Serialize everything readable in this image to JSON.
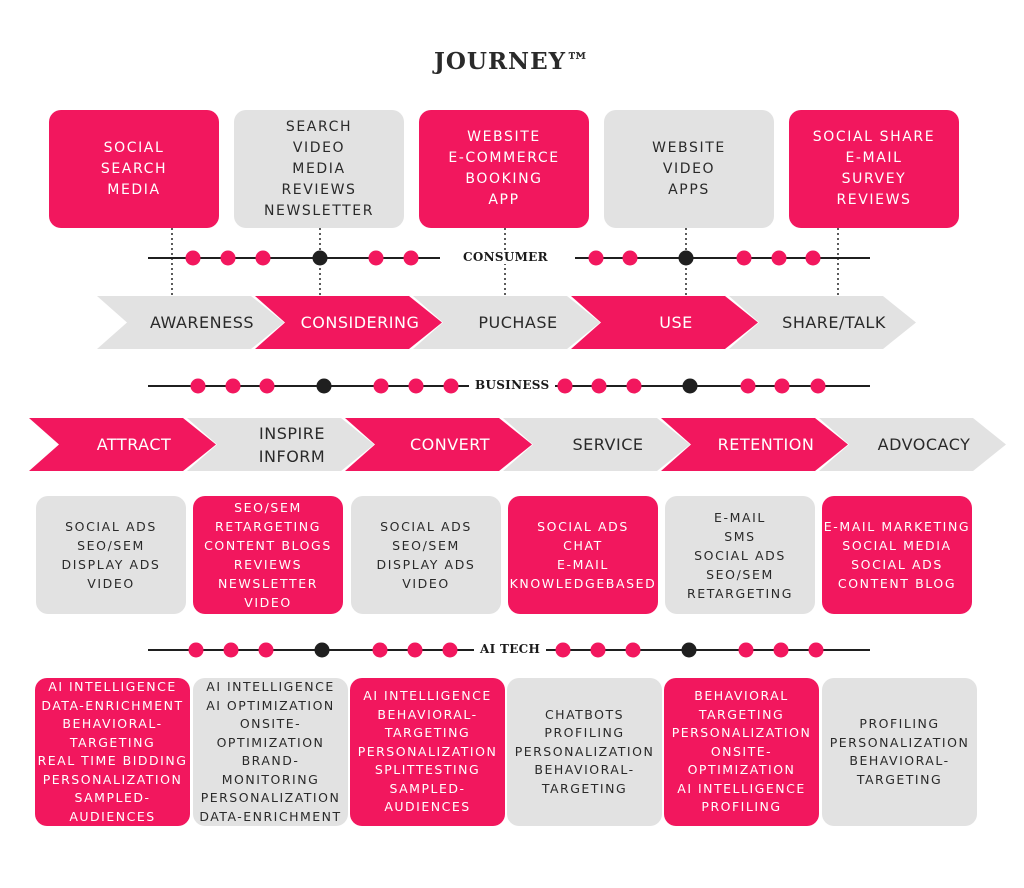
{
  "title": "JOURNEY™",
  "colors": {
    "accent": "#f2175e",
    "neutral": "#e2e2e2",
    "text": "#2a2a2a"
  },
  "channels": [
    {
      "lines": [
        "SOCIAL",
        "SEARCH",
        "MEDIA"
      ],
      "style": "pink"
    },
    {
      "lines": [
        "SEARCH",
        "VIDEO",
        "MEDIA",
        "REVIEWS",
        "NEWSLETTER"
      ],
      "style": "gray"
    },
    {
      "lines": [
        "WEBSITE",
        "E-COMMERCE",
        "BOOKING",
        "APP"
      ],
      "style": "pink"
    },
    {
      "lines": [
        "WEBSITE",
        "VIDEO",
        "APPS"
      ],
      "style": "gray"
    },
    {
      "lines": [
        "SOCIAL SHARE",
        "E-MAIL",
        "SURVEY",
        "REVIEWS"
      ],
      "style": "pink"
    }
  ],
  "consumer_label": "CONSUMER",
  "consumer_stages": [
    {
      "lines": [
        "AWARENESS"
      ],
      "style": "gray"
    },
    {
      "lines": [
        "CONSIDERING"
      ],
      "style": "pink"
    },
    {
      "lines": [
        "PUCHASE"
      ],
      "style": "gray"
    },
    {
      "lines": [
        "USE"
      ],
      "style": "pink"
    },
    {
      "lines": [
        "SHARE/TALK"
      ],
      "style": "gray"
    }
  ],
  "business_label": "BUSINESS",
  "business_stages": [
    {
      "lines": [
        "ATTRACT"
      ],
      "style": "pink"
    },
    {
      "lines": [
        "INSPIRE",
        "INFORM"
      ],
      "style": "gray"
    },
    {
      "lines": [
        "CONVERT"
      ],
      "style": "pink"
    },
    {
      "lines": [
        "SERVICE"
      ],
      "style": "gray"
    },
    {
      "lines": [
        "RETENTION"
      ],
      "style": "pink"
    },
    {
      "lines": [
        "ADVOCACY"
      ],
      "style": "gray"
    }
  ],
  "tactics": [
    {
      "lines": [
        "SOCIAL ADS",
        "SEO/SEM",
        "DISPLAY ADS",
        "VIDEO"
      ],
      "style": "gray"
    },
    {
      "lines": [
        "SEO/SEM",
        "RETARGETING",
        "CONTENT BLOGS",
        "REVIEWS",
        "NEWSLETTER",
        "VIDEO"
      ],
      "style": "pink"
    },
    {
      "lines": [
        "SOCIAL ADS",
        "SEO/SEM",
        "DISPLAY ADS",
        "VIDEO"
      ],
      "style": "gray"
    },
    {
      "lines": [
        "SOCIAL ADS",
        "CHAT",
        "E-MAIL",
        "KNOWLEDGEBASED"
      ],
      "style": "pink"
    },
    {
      "lines": [
        "E-MAIL",
        "SMS",
        "SOCIAL ADS",
        "SEO/SEM",
        "RETARGETING"
      ],
      "style": "gray"
    },
    {
      "lines": [
        "E-MAIL MARKETING",
        "SOCIAL MEDIA",
        "SOCIAL ADS",
        "CONTENT BLOG"
      ],
      "style": "pink"
    }
  ],
  "ai_label": "AI TECH",
  "ai_tech": [
    {
      "lines": [
        "AI INTELLIGENCE",
        "DATA-ENRICHMENT",
        "BEHAVIORAL-",
        "TARGETING",
        "REAL TIME BIDDING",
        "PERSONALIZATION",
        "SAMPLED-",
        "AUDIENCES"
      ],
      "style": "pink"
    },
    {
      "lines": [
        "AI INTELLIGENCE",
        "AI OPTIMIZATION",
        "ONSITE-",
        "OPTIMIZATION",
        "BRAND-",
        "MONITORING",
        "PERSONALIZATION",
        "DATA-ENRICHMENT"
      ],
      "style": "gray"
    },
    {
      "lines": [
        "AI INTELLIGENCE",
        "BEHAVIORAL-",
        "TARGETING",
        "PERSONALIZATION",
        "SPLITTESTING",
        "SAMPLED-",
        "AUDIENCES"
      ],
      "style": "pink"
    },
    {
      "lines": [
        "CHATBOTS",
        "PROFILING",
        "PERSONALIZATION",
        "BEHAVIORAL-",
        "TARGETING"
      ],
      "style": "gray"
    },
    {
      "lines": [
        "BEHAVIORAL",
        "TARGETING",
        "PERSONALIZATION",
        "ONSITE-",
        "OPTIMIZATION",
        "AI INTELLIGENCE",
        "PROFILING"
      ],
      "style": "pink"
    },
    {
      "lines": [
        "PROFILING",
        "PERSONALIZATION",
        "BEHAVIORAL-",
        "TARGETING"
      ],
      "style": "gray"
    }
  ]
}
